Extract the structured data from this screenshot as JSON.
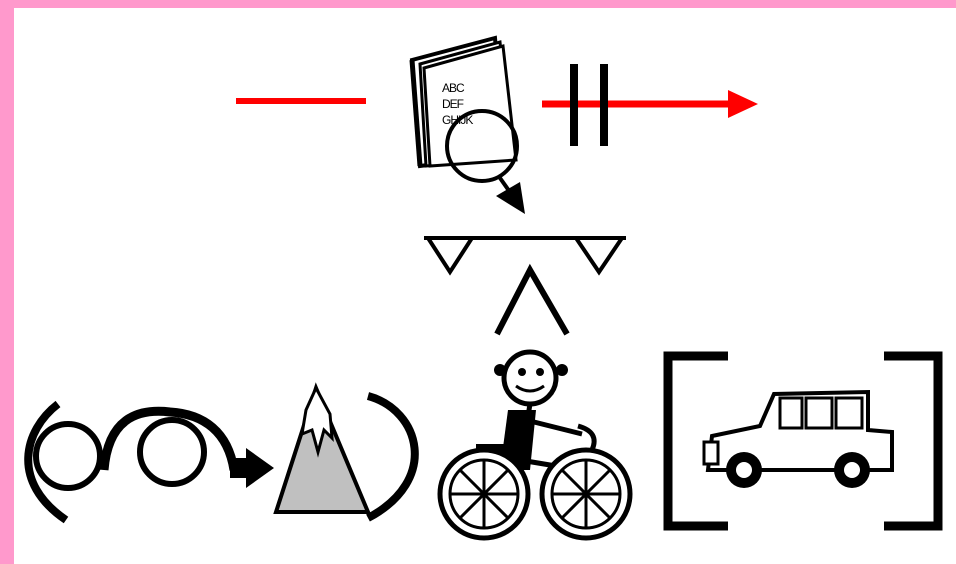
{
  "colors": {
    "frame": "#ff99cc",
    "background": "#ffffff",
    "line": "#000000",
    "accent": "#ff0000",
    "mountain": "#c0c0c0"
  },
  "book": {
    "lines": [
      "ABC",
      "DEF",
      "GHIJK"
    ]
  },
  "symbols": [
    "red-line-left-icon",
    "book-with-magnifier-icon",
    "blocked-red-arrow-icon",
    "down-arrow-icon",
    "shelf-triangles-icon",
    "inverted-v-icon",
    "glasses-icon",
    "right-arrow-icon",
    "snowy-mountain-icon",
    "person-in-wheelchair-icon",
    "car-icon"
  ]
}
